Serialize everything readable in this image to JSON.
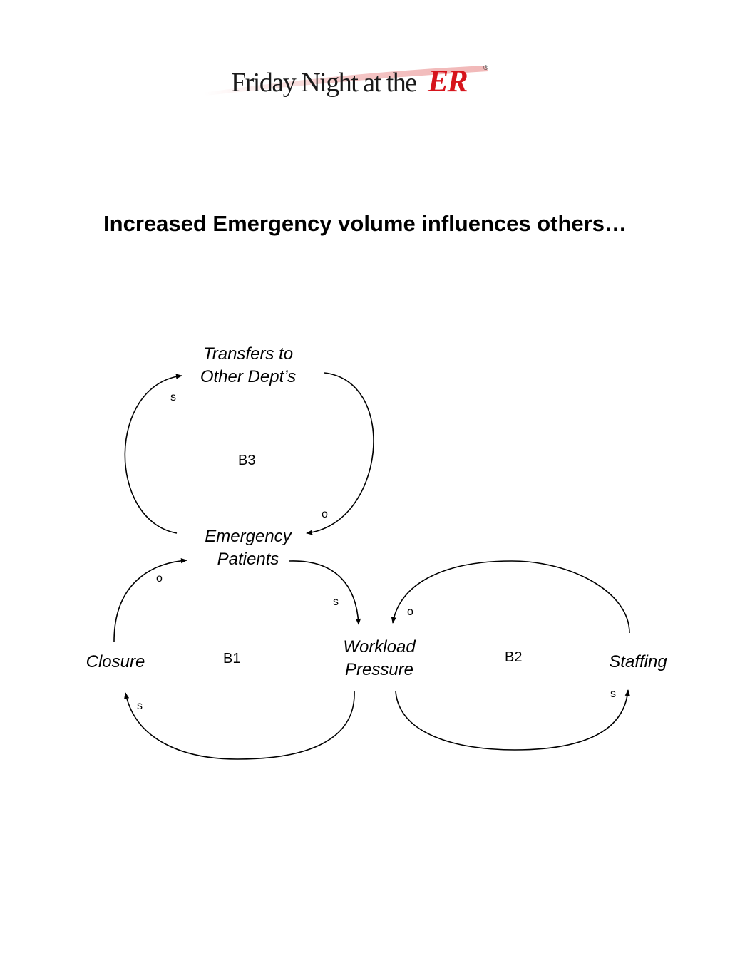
{
  "logo": {
    "text": "Friday Night at the",
    "er": "ER",
    "reg": "®"
  },
  "title": "Increased Emergency volume influences others…",
  "nodes": {
    "transfers": [
      "Transfers to",
      "Other Dept’s"
    ],
    "emergency": [
      "Emergency",
      "Patients"
    ],
    "workload": [
      "Workload",
      "Pressure"
    ],
    "closure": [
      "Closure"
    ],
    "staffing": [
      "Staffing"
    ]
  },
  "loops": {
    "b1": "B1",
    "b2": "B2",
    "b3": "B3"
  },
  "polarities": {
    "emergency_to_transfers": "s",
    "transfers_to_emergency": "o",
    "closure_to_emergency": "o",
    "emergency_to_workload": "s",
    "workload_to_closure": "s",
    "staffing_to_workload": "o",
    "workload_to_staffing": "s"
  },
  "colors": {
    "logo_accent": "#d6141c",
    "line": "#000000"
  }
}
